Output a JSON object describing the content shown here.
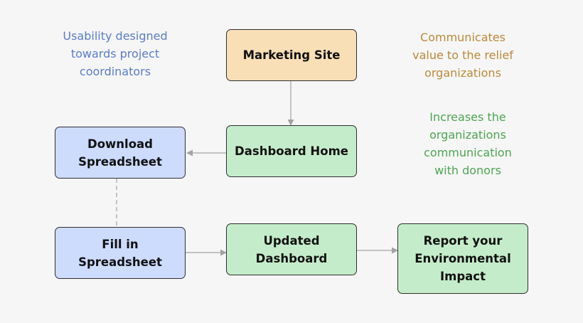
{
  "colors": {
    "orange_fill": "#f9dfb6",
    "blue_fill": "#cddbfd",
    "green_fill": "#c5ecca",
    "note_blue": "#5b7ccc",
    "note_orange": "#bb8a3c",
    "note_green": "#4ea552",
    "connector": "#a3a3a3",
    "border": "#2f2f2f"
  },
  "nodes": {
    "marketing_site": "Marketing Site",
    "dashboard_home": "Dashboard Home",
    "download_spreadsheet": "Download\nSpreadsheet",
    "fill_spreadsheet": "Fill in\nSpreadsheet",
    "updated_dashboard": "Updated\nDashboard",
    "report_impact": "Report your\nEnvironmental\nImpact"
  },
  "notes": {
    "usability": "Usability designed\ntowards project\ncoordinators",
    "communicates": "Communicates\nvalue to the relief\norganizations",
    "increases": "Increases the\norganizations\ncommunication\nwith donors"
  },
  "edges": [
    {
      "from": "marketing_site",
      "to": "dashboard_home",
      "style": "arrow"
    },
    {
      "from": "dashboard_home",
      "to": "download_spreadsheet",
      "style": "arrow"
    },
    {
      "from": "download_spreadsheet",
      "to": "fill_spreadsheet",
      "style": "dashed"
    },
    {
      "from": "fill_spreadsheet",
      "to": "updated_dashboard",
      "style": "arrow"
    },
    {
      "from": "updated_dashboard",
      "to": "report_impact",
      "style": "arrow"
    }
  ]
}
